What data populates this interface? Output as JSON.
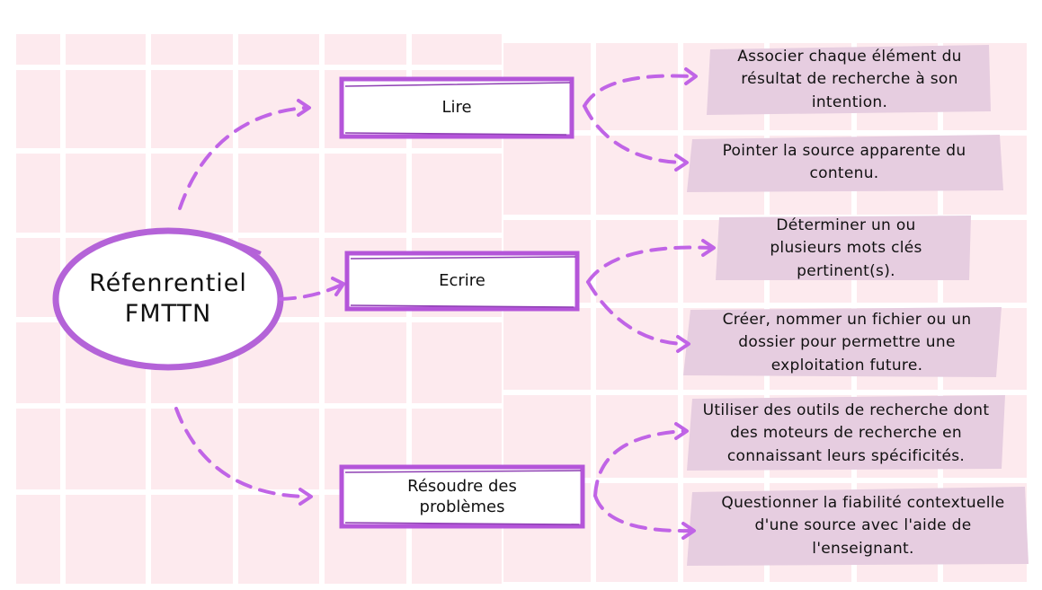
{
  "root": {
    "line1": "Réfenrentiel",
    "line2": "FMTTN"
  },
  "branches": [
    {
      "label": "Lire",
      "children": [
        "Associer chaque élément du résultat de recherche à son intention.",
        "Pointer la source apparente du contenu."
      ]
    },
    {
      "label": "Ecrire",
      "children": [
        "Déterminer un ou plusieurs mots clés pertinent(s).",
        "Créer, nommer un fichier ou un dossier pour permettre une exploitation future."
      ]
    },
    {
      "label": "Résoudre des problèmes",
      "children": [
        "Utiliser des outils de recherche dont des moteurs de recherche en connaissant leurs spécificités.",
        "Questionner la fiabilité contextuelle d'une source avec l'aide de l'enseignant."
      ]
    }
  ],
  "colors": {
    "accent": "#c064e6",
    "root_ring": "#b463d8",
    "leaf_bg": "#e6cde0",
    "grid_bg": "#fdeaee",
    "grid_line": "#ffffff",
    "box_border": "#b455d9"
  }
}
